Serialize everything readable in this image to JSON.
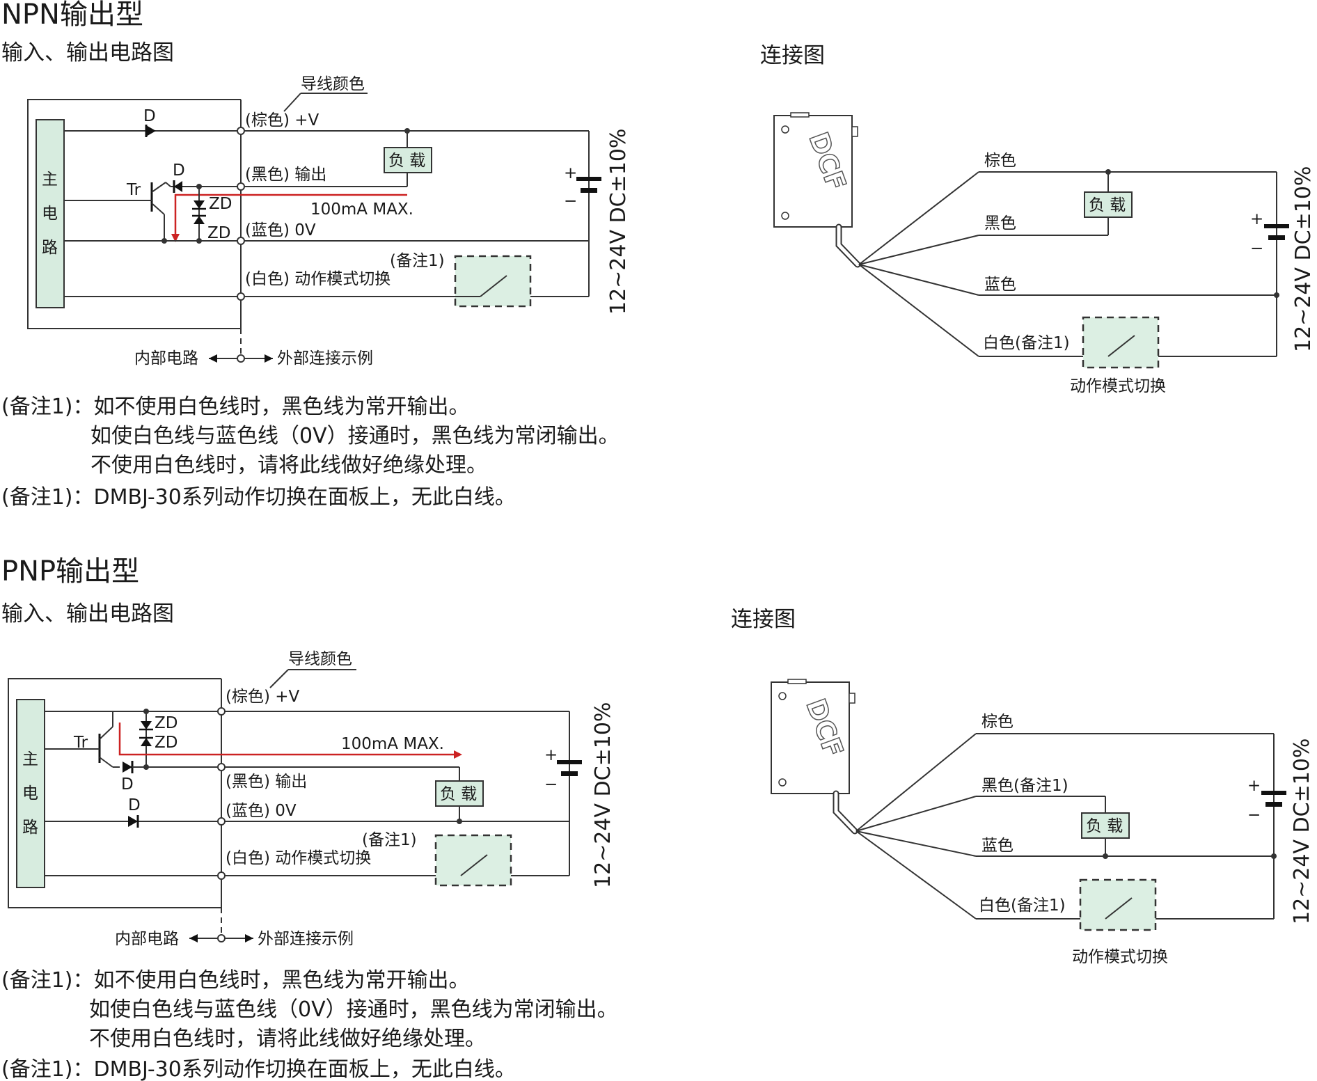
{
  "npn": {
    "title": "NPN输出型",
    "circuit_title": "输入、输出电路图",
    "conn_title": "连接图",
    "wire_color_label": "导线颜色",
    "main_circuit": [
      "主",
      "电",
      "路"
    ],
    "tr": "Tr",
    "diode_d": "D",
    "zener_zd": "ZD",
    "brown": "(棕色) +V",
    "black": "(黑色) 输出",
    "blue": "(蓝色) 0V",
    "white": "(白色) 动作模式切换",
    "note_ref": "(备注1)",
    "load": "负 载",
    "max_current": "100mA MAX.",
    "supply": "12~24V DC±10%",
    "internal": "内部电路",
    "external": "外部连接示例",
    "plus": "+",
    "minus": "−",
    "logo": "DCF",
    "conn": {
      "brown": "棕色",
      "black": "黑色",
      "blue": "蓝色",
      "white": "白色(备注1)",
      "switch": "动作模式切换",
      "load": "负 载"
    },
    "notes": [
      "(备注1)：如不使用白色线时，黑色线为常开输出。",
      "如使白色线与蓝色线（0V）接通时，黑色线为常闭输出。",
      "不使用白色线时，请将此线做好绝缘处理。",
      "(备注1)：DMBJ-30系列动作切换在面板上，无此白线。"
    ]
  },
  "pnp": {
    "title": "PNP输出型",
    "circuit_title": "输入、输出电路图",
    "conn_title": "连接图",
    "wire_color_label": "导线颜色",
    "main_circuit": [
      "主",
      "电",
      "路"
    ],
    "tr": "Tr",
    "diode_d": "D",
    "zener_zd": "ZD",
    "brown": "(棕色) +V",
    "black": "(黑色) 输出",
    "blue": "(蓝色) 0V",
    "white": "(白色) 动作模式切换",
    "note_ref": "(备注1)",
    "load": "负 载",
    "max_current": "100mA MAX.",
    "supply": "12~24V DC±10%",
    "internal": "内部电路",
    "external": "外部连接示例",
    "plus": "+",
    "minus": "−",
    "logo": "DCF",
    "conn": {
      "brown": "棕色",
      "black": "黑色(备注1)",
      "blue": "蓝色",
      "white": "白色(备注1)",
      "switch": "动作模式切换",
      "load": "负 载"
    },
    "notes": [
      "(备注1)：如不使用白色线时，黑色线为常开输出。",
      "如使白色线与蓝色线（0V）接通时，黑色线为常闭输出。",
      "不使用白色线时，请将此线做好绝缘处理。",
      "(备注1)：DMBJ-30系列动作切换在面板上，无此白线。"
    ]
  }
}
